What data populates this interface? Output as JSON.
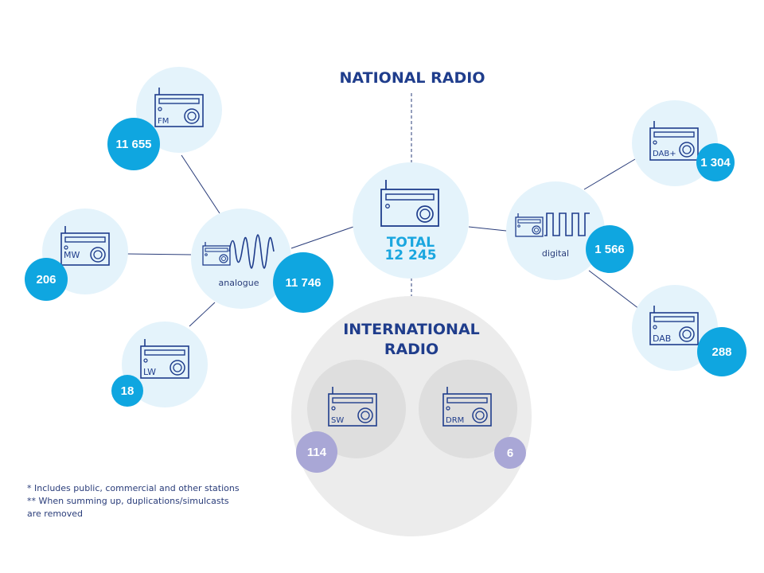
{
  "headings": {
    "national": "NATIONAL RADIO",
    "international_line1": "INTERNATIONAL",
    "international_line2": "RADIO"
  },
  "total": {
    "label": "TOTAL",
    "value": "12 245"
  },
  "analogue": {
    "label": "analogue",
    "count": "11 746"
  },
  "digital": {
    "label": "digital",
    "count": "1 566"
  },
  "bands": {
    "fm": {
      "label": "FM",
      "count": "11 655"
    },
    "mw": {
      "label": "MW",
      "count": "206"
    },
    "lw": {
      "label": "LW",
      "count": "18"
    },
    "dab_plus": {
      "label": "DAB+",
      "count": "1 304"
    },
    "dab": {
      "label": "DAB",
      "count": "288"
    },
    "sw": {
      "label": "SW",
      "count": "114"
    },
    "drm": {
      "label": "DRM",
      "count": "6"
    }
  },
  "footnotes": {
    "line1": "* Includes public, commercial  and other stations",
    "line2": "** When summing  up, duplications/simulcasts",
    "line3": "are removed"
  },
  "colors": {
    "dark_blue": "#1f3d8c",
    "cyan": "#0fa6e0",
    "light_circle": "#e4f3fb",
    "purple": "#a9a7d6",
    "grey": "#ececec"
  },
  "icons": [
    "radio-icon",
    "sine-wave-icon",
    "square-wave-icon"
  ]
}
